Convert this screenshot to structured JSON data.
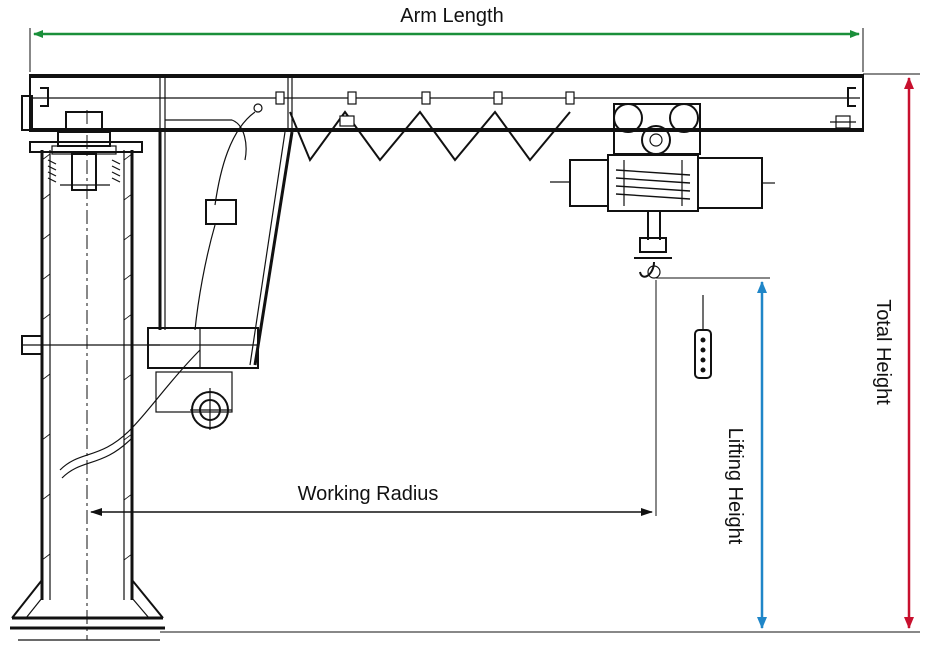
{
  "labels": {
    "arm_length": "Arm Length",
    "working_radius": "Working Radius",
    "lifting_height": "Lifting Height",
    "total_height": "Total Height"
  },
  "colors": {
    "arm_length_arrow": "#1a8f3a",
    "working_radius_arrow": "#111111",
    "lifting_height_arrow": "#1f86c8",
    "total_height_arrow": "#c8102e",
    "linework": "#111111"
  }
}
